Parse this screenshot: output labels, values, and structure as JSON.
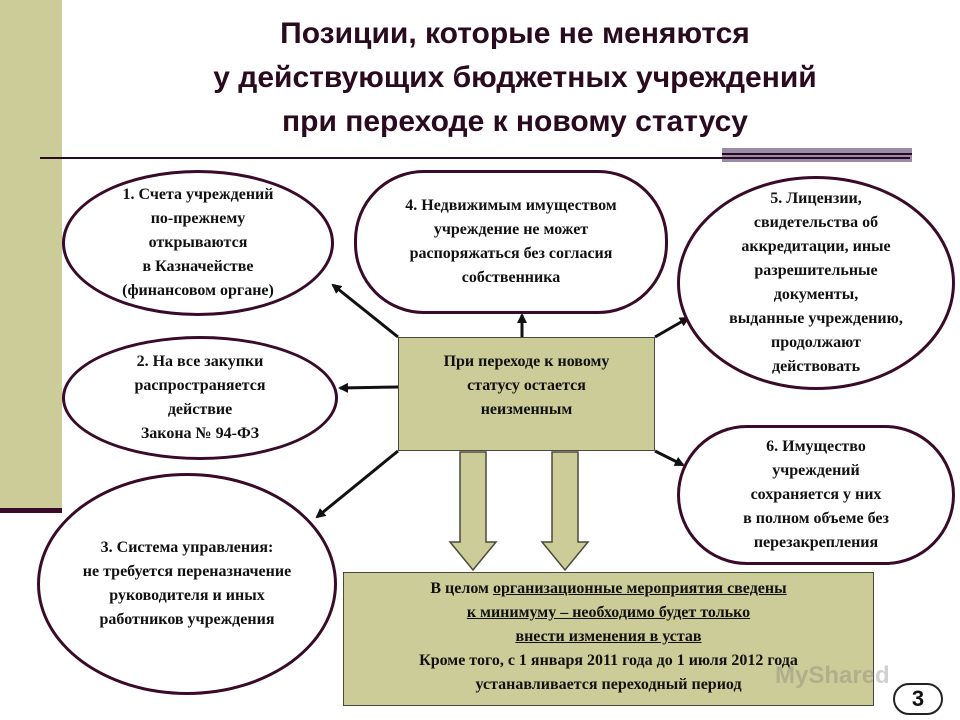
{
  "title": {
    "line1": "Позиции, которые не меняются",
    "line2": "у действующих бюджетных учреждений",
    "line3": "при переходе к новому статусу"
  },
  "center": {
    "lines": [
      "При переходе к новому",
      "статусу остается",
      "неизменным"
    ]
  },
  "items": [
    {
      "lines": [
        "1. Счета учреждений",
        "по-прежнему",
        "открываются",
        "в Казначействе",
        "(финансовом органе)"
      ]
    },
    {
      "lines": [
        "2. На все закупки",
        "распространяется",
        "действие",
        "Закона № 94-ФЗ"
      ]
    },
    {
      "lines": [
        "3. Система управления:",
        "не требуется переназначение",
        "руководителя и иных",
        "работников учреждения"
      ]
    },
    {
      "lines": [
        "4. Недвижимым имуществом",
        "учреждение не может",
        "распоряжаться без согласия",
        "собственника"
      ]
    },
    {
      "lines": [
        "5. Лицензии,",
        "свидетельства об",
        "аккредитации, иные",
        "разрешительные",
        "документы,",
        "выданные учреждению,",
        "продолжают",
        "действовать"
      ]
    },
    {
      "lines": [
        "6. Имущество",
        "учреждений",
        "сохраняется у них",
        "в полном объеме без",
        "перезакрепления"
      ]
    }
  ],
  "conclusion": {
    "line1_plain": "В целом ",
    "line1_underlined": "организационные мероприятия сведены",
    "line2": "к минимуму – необходимо будет только",
    "line3": "внести изменения в устав",
    "line4": "Кроме того, с 1 января 2011 года до 1 июля 2012 года",
    "line5": "устанавливается переходный период"
  },
  "page_number": "3",
  "watermark": "MyShared",
  "colors": {
    "olive": "#cccc99",
    "outline": "#3a0a2a",
    "accent_bar": "#9a8ca8"
  }
}
